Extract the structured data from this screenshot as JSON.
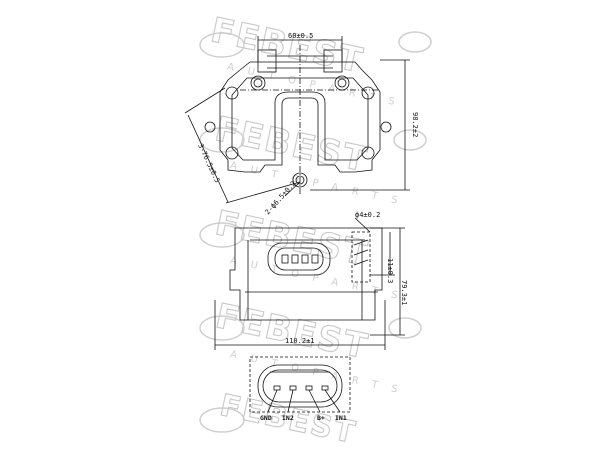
{
  "watermark": {
    "brand": "FEBEST",
    "sub": "AUTOPARTS"
  },
  "top_view": {
    "dim_hole_spacing": "60±0.5",
    "dim_height": "98.2±2",
    "dim_mount_spacing": "2-ф6.5±0.2",
    "dim_diag": "3-76.5±0.5"
  },
  "side_view": {
    "dim_pin": "ф4±0.2",
    "dim_connector": "11±0.3",
    "dim_total_height": "79.3±1",
    "dim_width": "110.2±1"
  },
  "connector": {
    "pins": [
      "GND",
      "IN2",
      "B+",
      "IN1"
    ]
  }
}
